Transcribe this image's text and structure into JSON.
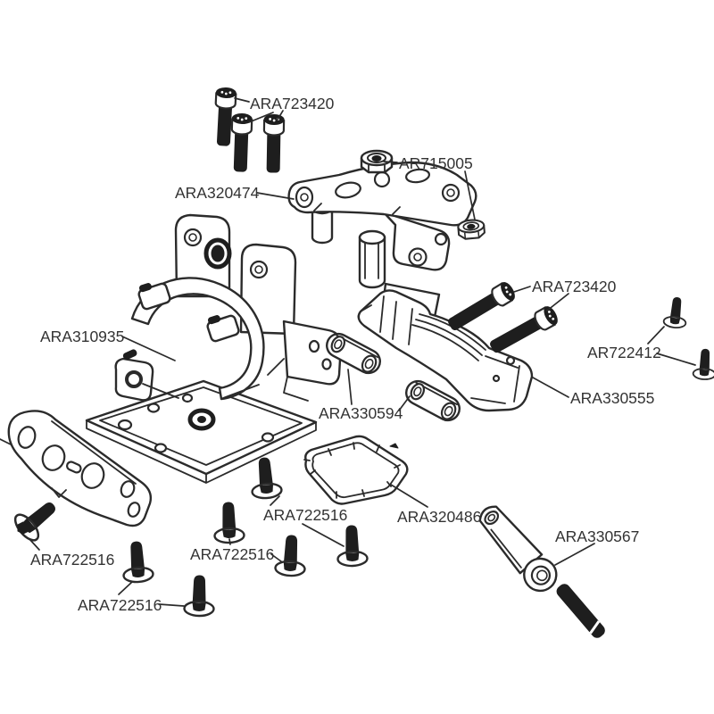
{
  "diagram": {
    "background_color": "#ffffff",
    "line_color": "#2b2b2b",
    "text_color": "#333333",
    "labels": [
      {
        "text": "ARA723420"
      },
      {
        "text": "AR715005"
      },
      {
        "text": "ARA320474"
      },
      {
        "text": "ARA310935"
      },
      {
        "text": "ARA723420"
      },
      {
        "text": "AR722412"
      },
      {
        "text": "ARA330555"
      },
      {
        "text": "ARA330594"
      },
      {
        "text": "ARA722516"
      },
      {
        "text": "ARA320486"
      },
      {
        "text": "ARA722516"
      },
      {
        "text": "ARA722516"
      },
      {
        "text": "ARA722516"
      },
      {
        "text": "ARA330567"
      }
    ]
  }
}
